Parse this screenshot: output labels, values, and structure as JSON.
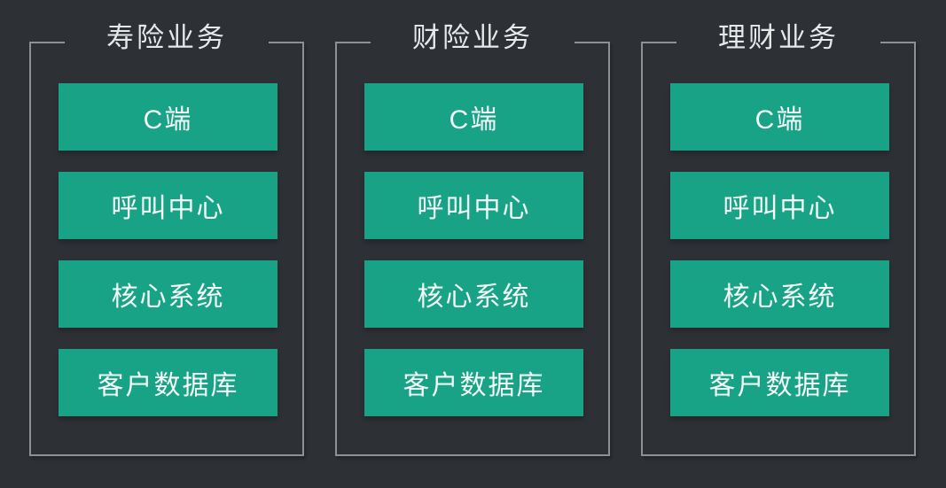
{
  "colors": {
    "background": "#2d3035",
    "node_fill": "#18a286",
    "bracket_border": "#8d9094",
    "title_text": "#e7e8ea",
    "node_text": "#f3faf7"
  },
  "columns": [
    {
      "title": "寿险业务",
      "nodes": [
        "C端",
        "呼叫中心",
        "核心系统",
        "客户数据库"
      ]
    },
    {
      "title": "财险业务",
      "nodes": [
        "C端",
        "呼叫中心",
        "核心系统",
        "客户数据库"
      ]
    },
    {
      "title": "理财业务",
      "nodes": [
        "C端",
        "呼叫中心",
        "核心系统",
        "客户数据库"
      ]
    }
  ]
}
